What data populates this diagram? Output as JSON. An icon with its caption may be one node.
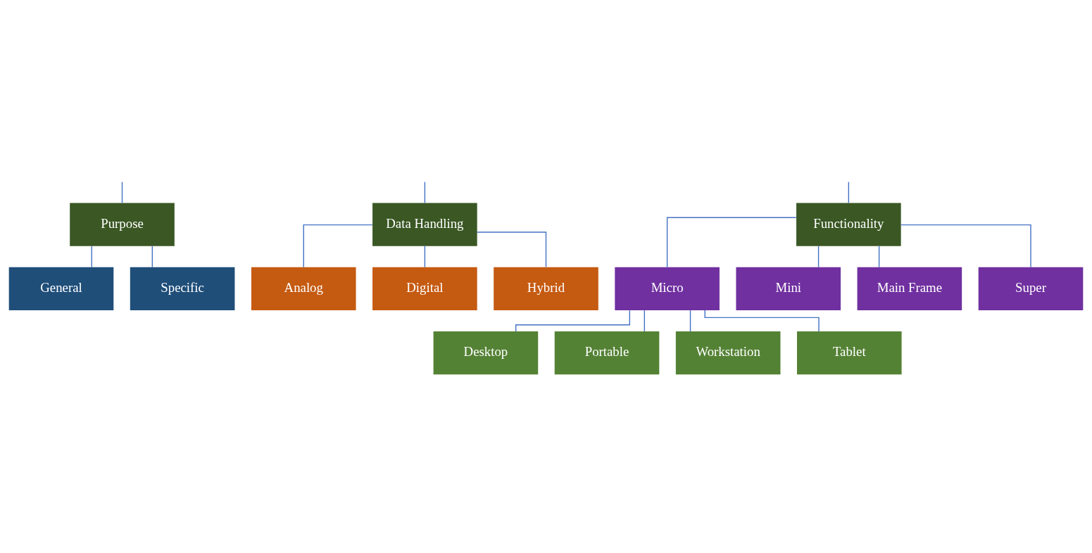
{
  "diagram": {
    "nodes": [
      {
        "text": [
          "Purpose"
        ]
      },
      {
        "text": [
          "Data Handling"
        ]
      },
      {
        "text": [
          "Functionality"
        ]
      },
      {
        "text": [
          "General"
        ]
      },
      {
        "text": [
          "Specific"
        ]
      },
      {
        "text": [
          "Analog"
        ]
      },
      {
        "text": [
          "Digital"
        ]
      },
      {
        "text": [
          "Hybrid"
        ]
      },
      {
        "text": [
          "Micro"
        ]
      },
      {
        "text": [
          "Mini"
        ]
      },
      {
        "text": [
          "Main Frame"
        ]
      },
      {
        "text": [
          "Super"
        ]
      },
      {
        "text": [
          "Desktop"
        ]
      },
      {
        "text": [
          "Portable"
        ]
      },
      {
        "text": [
          "Workstation"
        ]
      },
      {
        "text": [
          "Tablet"
        ]
      }
    ],
    "edges": [
      {
        "from": null,
        "to": 0,
        "arrow": "none"
      },
      {
        "from": null,
        "to": 1,
        "arrow": "none"
      },
      {
        "from": null,
        "to": 2,
        "arrow": "none"
      },
      {
        "from": 0,
        "to": 3,
        "arrow": "none"
      },
      {
        "from": 0,
        "to": 4,
        "arrow": "none"
      },
      {
        "from": 1,
        "to": 5,
        "arrow": "none"
      },
      {
        "from": 1,
        "to": 6,
        "arrow": "none"
      },
      {
        "from": 1,
        "to": 7,
        "arrow": "none"
      },
      {
        "from": 2,
        "to": 8,
        "arrow": "none"
      },
      {
        "from": 2,
        "to": 9,
        "arrow": "none"
      },
      {
        "from": 2,
        "to": 10,
        "arrow": "none"
      },
      {
        "from": 2,
        "to": 11,
        "arrow": "none"
      },
      {
        "from": 8,
        "to": 12,
        "arrow": "none"
      },
      {
        "from": 8,
        "to": 13,
        "arrow": "none"
      },
      {
        "from": 8,
        "to": 14,
        "arrow": "none"
      },
      {
        "from": 8,
        "to": 15,
        "arrow": "none"
      }
    ]
  }
}
